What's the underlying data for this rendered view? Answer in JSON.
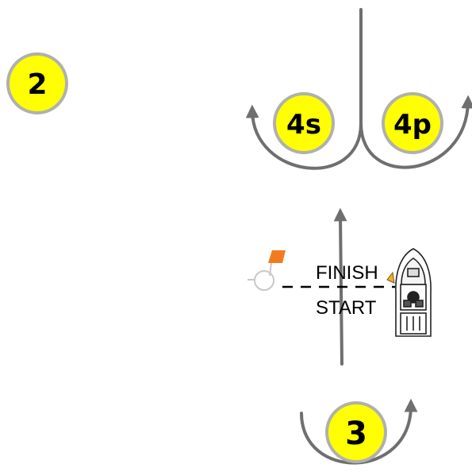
{
  "diagram": {
    "colors": {
      "badge_fill": "#ffff00",
      "badge_ring": "#b0b0b0",
      "path_stroke": "#6f6f6f",
      "flag": "#f47a20",
      "buoy": "#c8c8c8",
      "line": "#000000"
    },
    "markers": {
      "m2": "2",
      "m4s": "4s",
      "m4p": "4p",
      "m3": "3"
    },
    "line_labels": {
      "finish": "FINISH",
      "start": "START"
    },
    "icons": {
      "flag": "flag-icon",
      "buoy": "buoy-icon",
      "boat": "boat-icon"
    }
  }
}
